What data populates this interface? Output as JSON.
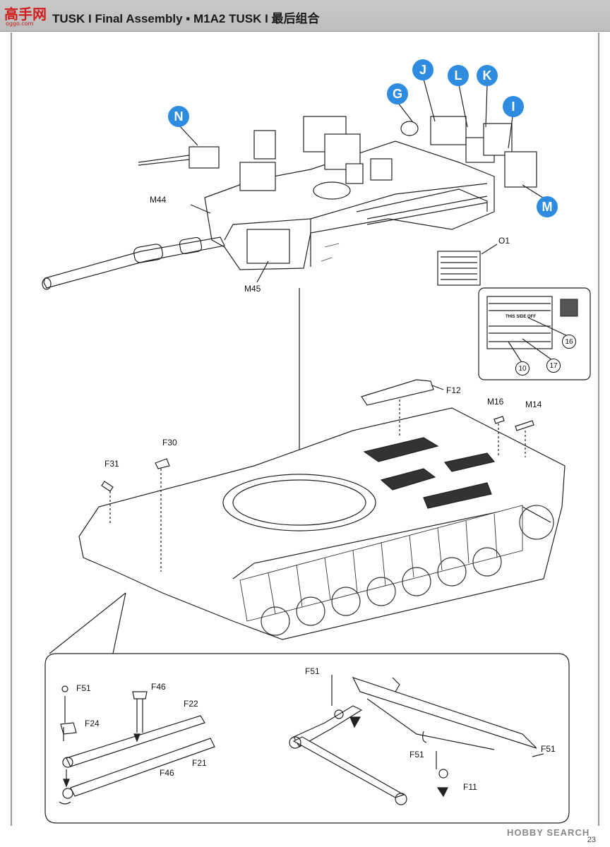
{
  "header": {
    "title": "TUSK I Final Assembly ▪ M1A2 TUSK I 最后组合",
    "watermark_big": "高手网",
    "watermark_small": "oggo.com"
  },
  "callouts": {
    "N": "N",
    "G": "G",
    "J": "J",
    "L": "L",
    "K": "K",
    "I": "I",
    "M": "M"
  },
  "part_labels": {
    "M44": "M44",
    "M45": "M45",
    "O1": "O1",
    "F12": "F12",
    "M16": "M16",
    "M14": "M14",
    "F30": "F30",
    "F31": "F31",
    "left_F51": "F51",
    "left_F46_top": "F46",
    "left_F22": "F22",
    "left_F24": "F24",
    "left_F21": "F21",
    "left_F46_bottom": "F46",
    "right_F51_top": "F51",
    "right_F51_mid": "F51",
    "right_F51_right": "F51",
    "right_F11": "F11"
  },
  "decal_panel": {
    "label_this_side": "THIS SIDE OFF",
    "decal_16": "16",
    "decal_17": "17",
    "decal_10": "10"
  },
  "footer": {
    "page_number": "23",
    "brand_prefix": "H",
    "brand_text": "HOBBY SEARCH"
  }
}
